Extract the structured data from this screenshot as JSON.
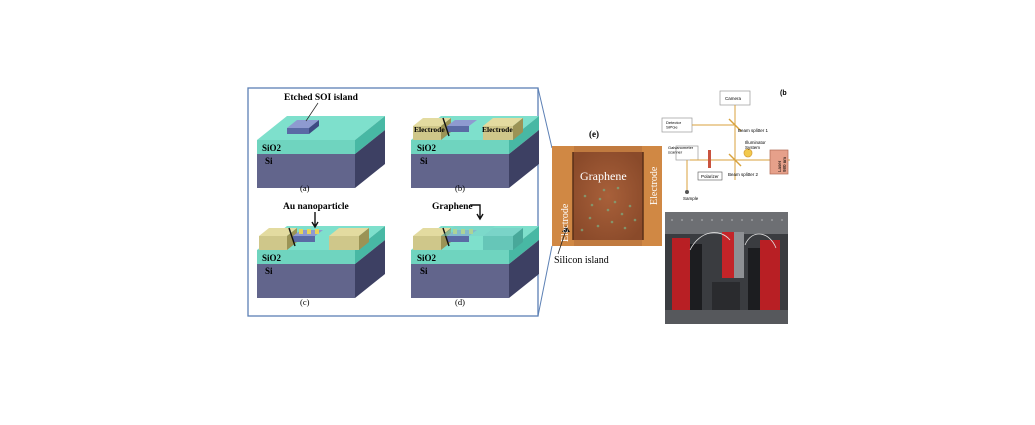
{
  "panels": {
    "a": {
      "caption": "(a)",
      "annotation": "Etched SOI island"
    },
    "b": {
      "caption": "(b)",
      "electrode_left": "Electrode",
      "electrode_right": "Electrode"
    },
    "c": {
      "caption": "(c)",
      "annotation": "Au nanoparticle"
    },
    "d": {
      "caption": "(d)",
      "annotation": "Graphene"
    },
    "e": {
      "caption": "(e)",
      "graphene": "Graphene",
      "electrode_left": "Electrode",
      "electrode_right": "Electrode",
      "silicon_island": "Silicon island"
    }
  },
  "layers": {
    "oxide": "SiO2",
    "substrate": "Si"
  },
  "setup": {
    "panel_label": "(b",
    "camera": "Camera",
    "detector": "Detector\nSiPGe",
    "beam_splitter_1": "Beam splitter 1",
    "galvanometer": "Galvanometer\nscanner",
    "illuminator": "Illuminator\nSystem",
    "beam_splitter_2": "Beam splitter 2",
    "polarizer": "Polarizer",
    "laser": "Laser\n980 nm",
    "sample": "Sample"
  },
  "colors": {
    "frame": "#5c80b5",
    "oxide": "#7ee0cc",
    "oxide_dark": "#48b8a4",
    "substrate": "#62658c",
    "substrate_dark": "#3d4063",
    "electrode": "#cfc78a",
    "electrode_dark": "#9b9355",
    "island": "#5a6aa5",
    "micrograph": "#c07a3f",
    "optics": "#d8a23c"
  }
}
